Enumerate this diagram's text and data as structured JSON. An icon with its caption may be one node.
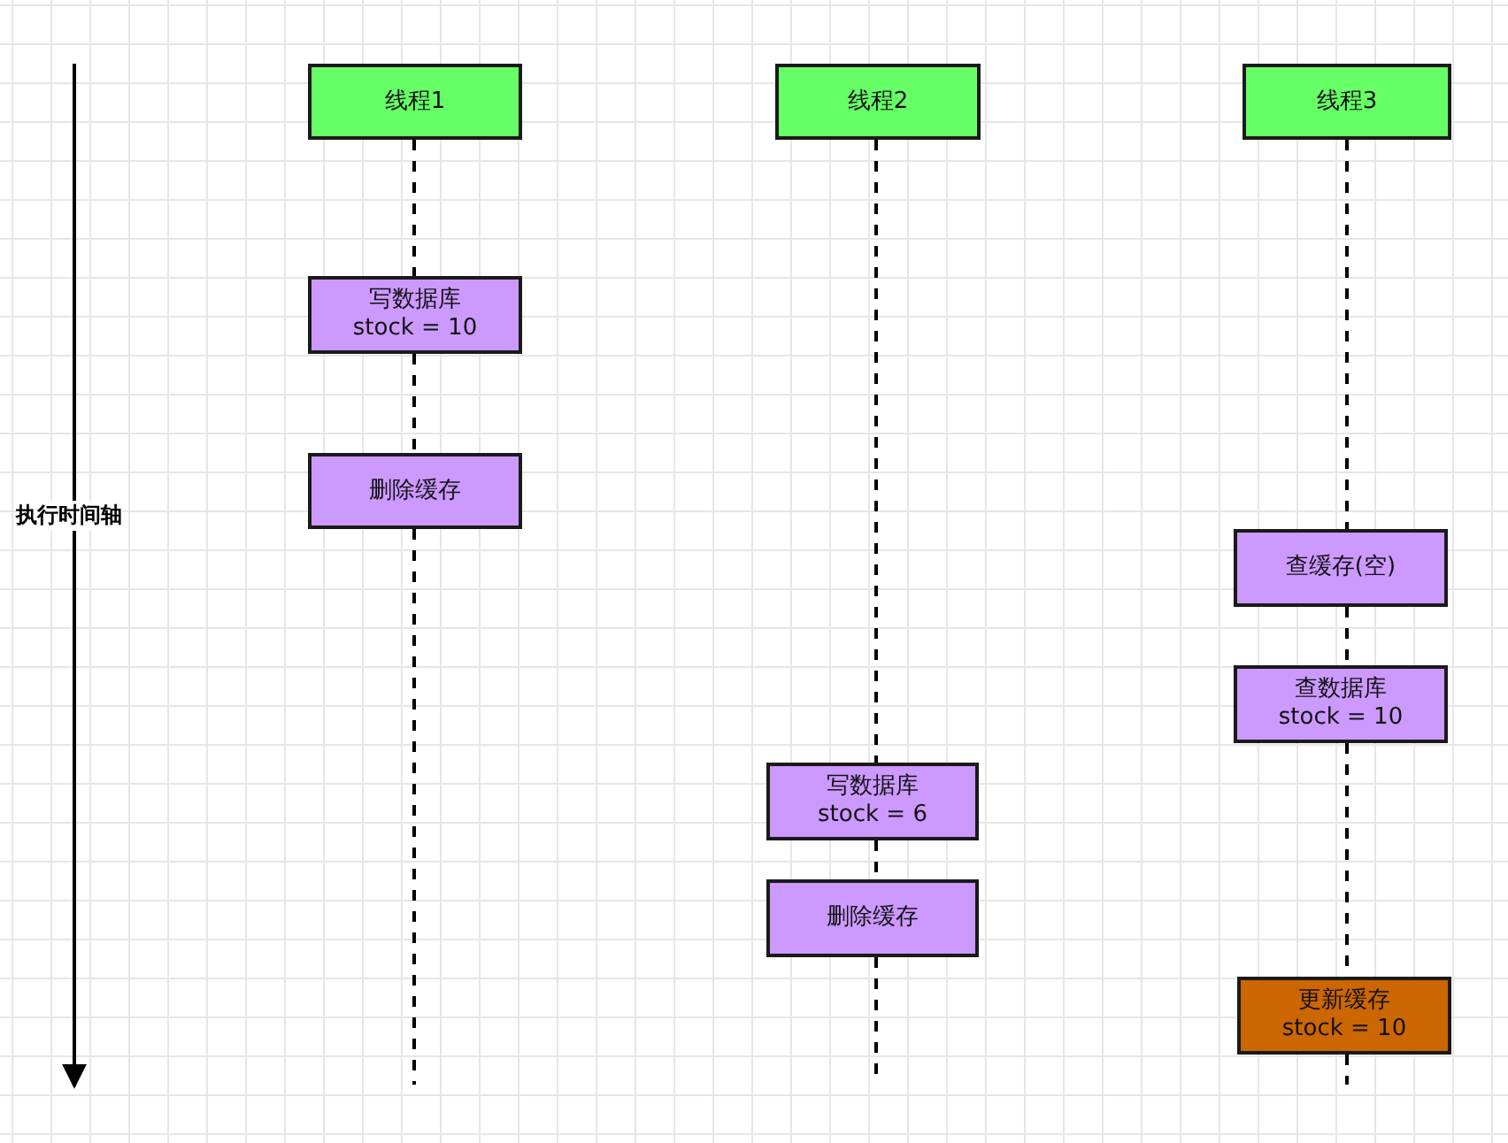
{
  "diagram": {
    "nodes": [
      {
        "text": [
          "线程1"
        ]
      },
      {
        "text": [
          "写数据库",
          "stock = 10"
        ]
      },
      {
        "text": [
          "删除缓存"
        ]
      },
      {
        "text": [
          "线程2"
        ]
      },
      {
        "text": [
          "写数据库",
          "stock = 6"
        ]
      },
      {
        "text": [
          "删除缓存"
        ]
      },
      {
        "text": [
          "线程3"
        ]
      },
      {
        "text": [
          "查缓存(空)"
        ]
      },
      {
        "text": [
          "查数据库",
          "stock = 10"
        ]
      },
      {
        "text": [
          "更新缓存",
          "stock = 10"
        ]
      }
    ],
    "edges": [
      {
        "from": 0,
        "to": 1,
        "arrow": "none",
        "style": "dashed"
      },
      {
        "from": 1,
        "to": 2,
        "arrow": "none",
        "style": "dashed"
      },
      {
        "from": 2,
        "to": null,
        "arrow": "none",
        "style": "dashed"
      },
      {
        "from": 3,
        "to": 4,
        "arrow": "none",
        "style": "dashed"
      },
      {
        "from": 4,
        "to": 5,
        "arrow": "none",
        "style": "dashed"
      },
      {
        "from": 5,
        "to": null,
        "arrow": "none",
        "style": "dashed"
      },
      {
        "from": 6,
        "to": 7,
        "arrow": "none",
        "style": "dashed"
      },
      {
        "from": 7,
        "to": 8,
        "arrow": "none",
        "style": "dashed"
      },
      {
        "from": 8,
        "to": 9,
        "arrow": "none",
        "style": "dashed"
      },
      {
        "from": 9,
        "to": null,
        "arrow": "none",
        "style": "dashed"
      }
    ],
    "labels": [
      "执行时间轴"
    ]
  }
}
